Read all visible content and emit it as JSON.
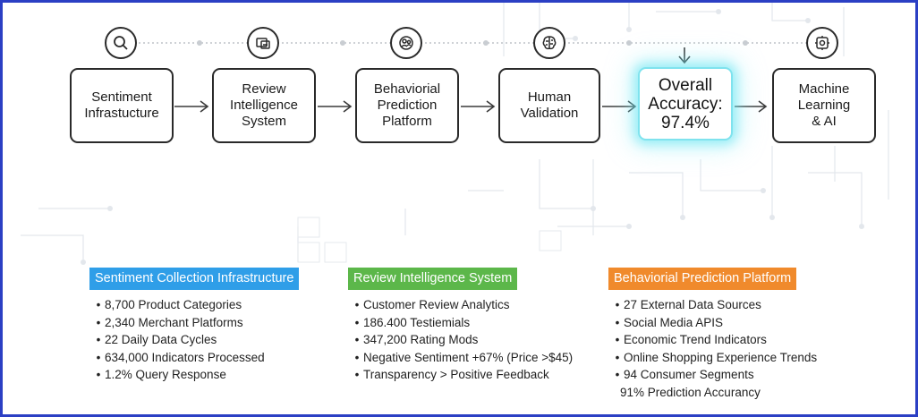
{
  "flow": {
    "icons": [
      "search-icon",
      "document-icon",
      "people-icon",
      "brain-icon",
      "gear-cube-icon"
    ],
    "boxes": [
      {
        "label": "Sentiment\nInfrastucture"
      },
      {
        "label": "Review\nIntelligence\nSystem"
      },
      {
        "label": "Behaviorial\nPrediction\nPlatform"
      },
      {
        "label": "Human\nValidation"
      },
      {
        "label": "Overall\nAccuracy:\n97.4%"
      },
      {
        "label": "Machine\nLearning\n& AI"
      }
    ]
  },
  "panels": [
    {
      "title": "Sentiment Collection Infrastructure",
      "color": "#2f9ee8",
      "items": [
        "8,700 Product Categories",
        "2,340 Merchant Platforms",
        "22 Daily Data Cycles",
        "634,000 Indicators Processed",
        "1.2% Query Response"
      ]
    },
    {
      "title": "Review Intelligence System",
      "color": "#5cb74a",
      "items": [
        "Customer Review Analytics",
        "186.400 Testiemials",
        "347,200 Rating Mods",
        "Negative Sentiment +67% (Price >$45)",
        "Transparency > Positive Feedback"
      ]
    },
    {
      "title": "Behaviorial Prediction Platform",
      "color": "#f08a2c",
      "items": [
        "27 External Data Sources",
        "Social Media APIS",
        "Economic Trend Indicators",
        "Online Shopping Experience Trends",
        "94 Consumer Segments"
      ],
      "footer": "91% Prediction Accurancy"
    }
  ]
}
